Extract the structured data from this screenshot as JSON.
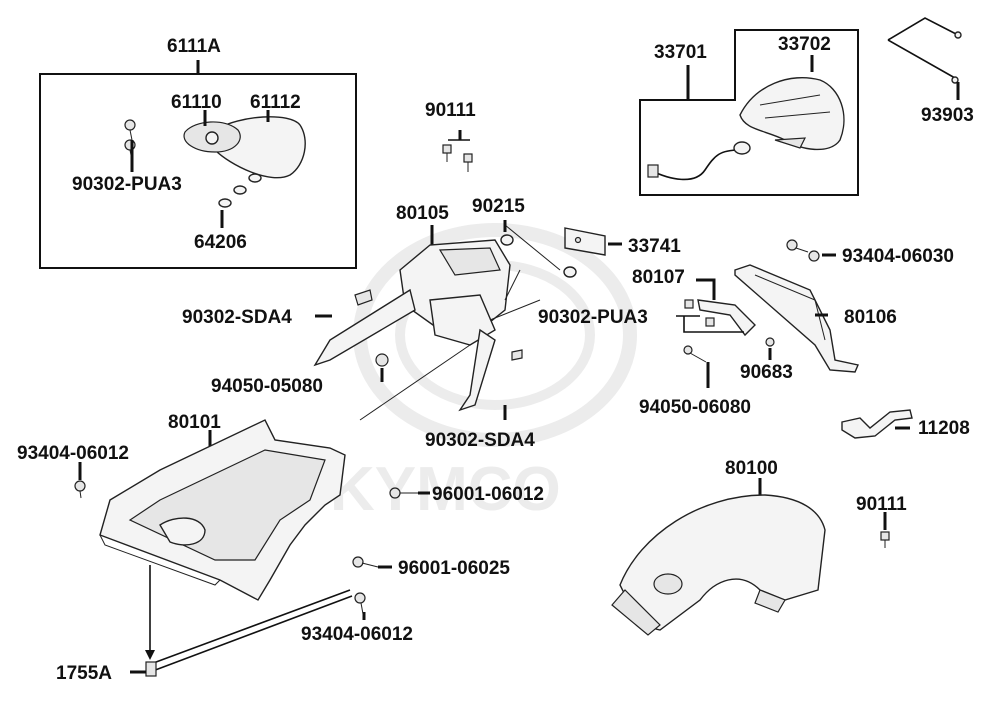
{
  "watermark": "KYMCO",
  "labels": [
    {
      "id": "6111A",
      "text": "6111A"
    },
    {
      "id": "61110",
      "text": "61110"
    },
    {
      "id": "61112",
      "text": "61112"
    },
    {
      "id": "90302-PUA3-a",
      "text": "90302-PUA3"
    },
    {
      "id": "64206",
      "text": "64206"
    },
    {
      "id": "90111-a",
      "text": "90111"
    },
    {
      "id": "33701",
      "text": "33701"
    },
    {
      "id": "33702",
      "text": "33702"
    },
    {
      "id": "93903",
      "text": "93903"
    },
    {
      "id": "80105",
      "text": "80105"
    },
    {
      "id": "90215",
      "text": "90215"
    },
    {
      "id": "33741",
      "text": "33741"
    },
    {
      "id": "93404-06030",
      "text": "93404-06030"
    },
    {
      "id": "80107",
      "text": "80107"
    },
    {
      "id": "90302-PUA3-b",
      "text": "90302-PUA3"
    },
    {
      "id": "80106",
      "text": "80106"
    },
    {
      "id": "90302-SDA4-a",
      "text": "90302-SDA4"
    },
    {
      "id": "94050-05080",
      "text": "94050-05080"
    },
    {
      "id": "90683",
      "text": "90683"
    },
    {
      "id": "94050-06080",
      "text": "94050-06080"
    },
    {
      "id": "80101",
      "text": "80101"
    },
    {
      "id": "11208",
      "text": "11208"
    },
    {
      "id": "90302-SDA4-b",
      "text": "90302-SDA4"
    },
    {
      "id": "93404-06012-a",
      "text": "93404-06012"
    },
    {
      "id": "80100",
      "text": "80100"
    },
    {
      "id": "96001-06012",
      "text": "96001-06012"
    },
    {
      "id": "90111-b",
      "text": "90111"
    },
    {
      "id": "96001-06025",
      "text": "96001-06025"
    },
    {
      "id": "93404-06012-b",
      "text": "93404-06012"
    },
    {
      "id": "1755A",
      "text": "1755A"
    }
  ]
}
